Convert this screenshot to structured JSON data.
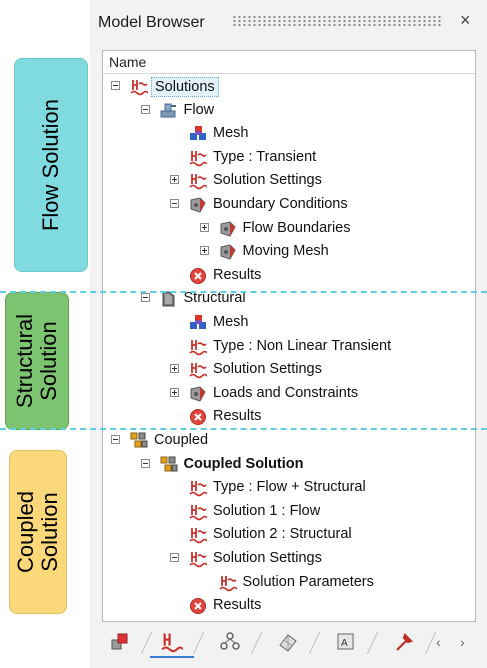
{
  "annotations": {
    "flow": "Flow Solution",
    "structural_line1": "Structural",
    "structural_line2": "Solution",
    "coupled_line1": "Coupled",
    "coupled_line2": "Solution"
  },
  "panel": {
    "title": "Model Browser",
    "close_glyph": "×",
    "column_header": "Name"
  },
  "tree": [
    {
      "label": "Solutions",
      "icon": "solution-icon"
    },
    {
      "label": "Flow",
      "icon": "flow-icon"
    },
    {
      "label": "Mesh",
      "icon": "mesh-icon"
    },
    {
      "label": "Type : Transient",
      "icon": "solution-icon"
    },
    {
      "label": "Solution Settings",
      "icon": "solution-icon"
    },
    {
      "label": "Boundary Conditions",
      "icon": "boundary-icon"
    },
    {
      "label": "Flow Boundaries",
      "icon": "boundary-icon"
    },
    {
      "label": "Moving Mesh",
      "icon": "boundary-icon"
    },
    {
      "label": "Results",
      "icon": "results-icon"
    },
    {
      "label": "Structural",
      "icon": "structural-icon"
    },
    {
      "label": "Mesh",
      "icon": "mesh-icon"
    },
    {
      "label": "Type : Non Linear Transient",
      "icon": "solution-icon"
    },
    {
      "label": "Solution Settings",
      "icon": "solution-icon"
    },
    {
      "label": "Loads and Constraints",
      "icon": "boundary-icon"
    },
    {
      "label": "Results",
      "icon": "results-icon"
    },
    {
      "label": "Coupled",
      "icon": "coupled-icon"
    },
    {
      "label": "Coupled Solution",
      "icon": "coupled-icon"
    },
    {
      "label": "Type : Flow + Structural",
      "icon": "solution-icon"
    },
    {
      "label": "Solution 1 : Flow",
      "icon": "solution-icon"
    },
    {
      "label": "Solution 2 : Structural",
      "icon": "solution-icon"
    },
    {
      "label": "Solution Settings",
      "icon": "solution-icon"
    },
    {
      "label": "Solution Parameters",
      "icon": "solution-icon"
    },
    {
      "label": "Results",
      "icon": "results-icon"
    }
  ],
  "bottom_tabs": [
    "model-tab-icon",
    "solution-tab-icon",
    "hierarchy-tab-icon",
    "surface-tab-icon",
    "text-tab-icon",
    "pin-tab-icon"
  ],
  "nav": {
    "prev": "‹",
    "next": "›"
  }
}
